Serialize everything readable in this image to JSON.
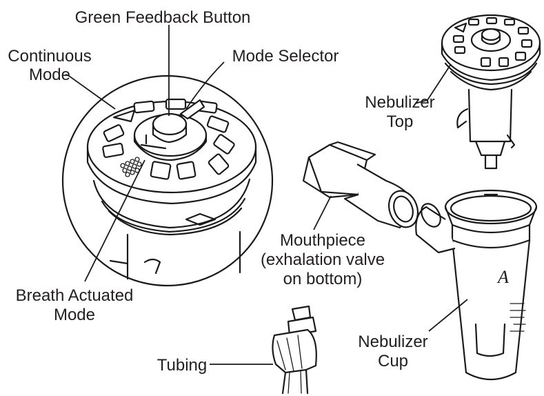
{
  "labels": {
    "green_feedback_button": "Green Feedback Button",
    "continuous_mode_1": "Continuous",
    "continuous_mode_2": "Mode",
    "mode_selector": "Mode Selector",
    "nebulizer_top_1": "Nebulizer",
    "nebulizer_top_2": "Top",
    "mouthpiece_1": "Mouthpiece",
    "mouthpiece_2": "(exhalation valve",
    "mouthpiece_3": "on bottom)",
    "breath_actuated_1": "Breath Actuated",
    "breath_actuated_2": "Mode",
    "nebulizer_cup_1": "Nebulizer",
    "nebulizer_cup_2": "Cup",
    "tubing": "Tubing"
  },
  "colors": {
    "line": "#1a1a1a",
    "text": "#231f20",
    "shade": "#d9d9d9",
    "background": "#ffffff"
  }
}
